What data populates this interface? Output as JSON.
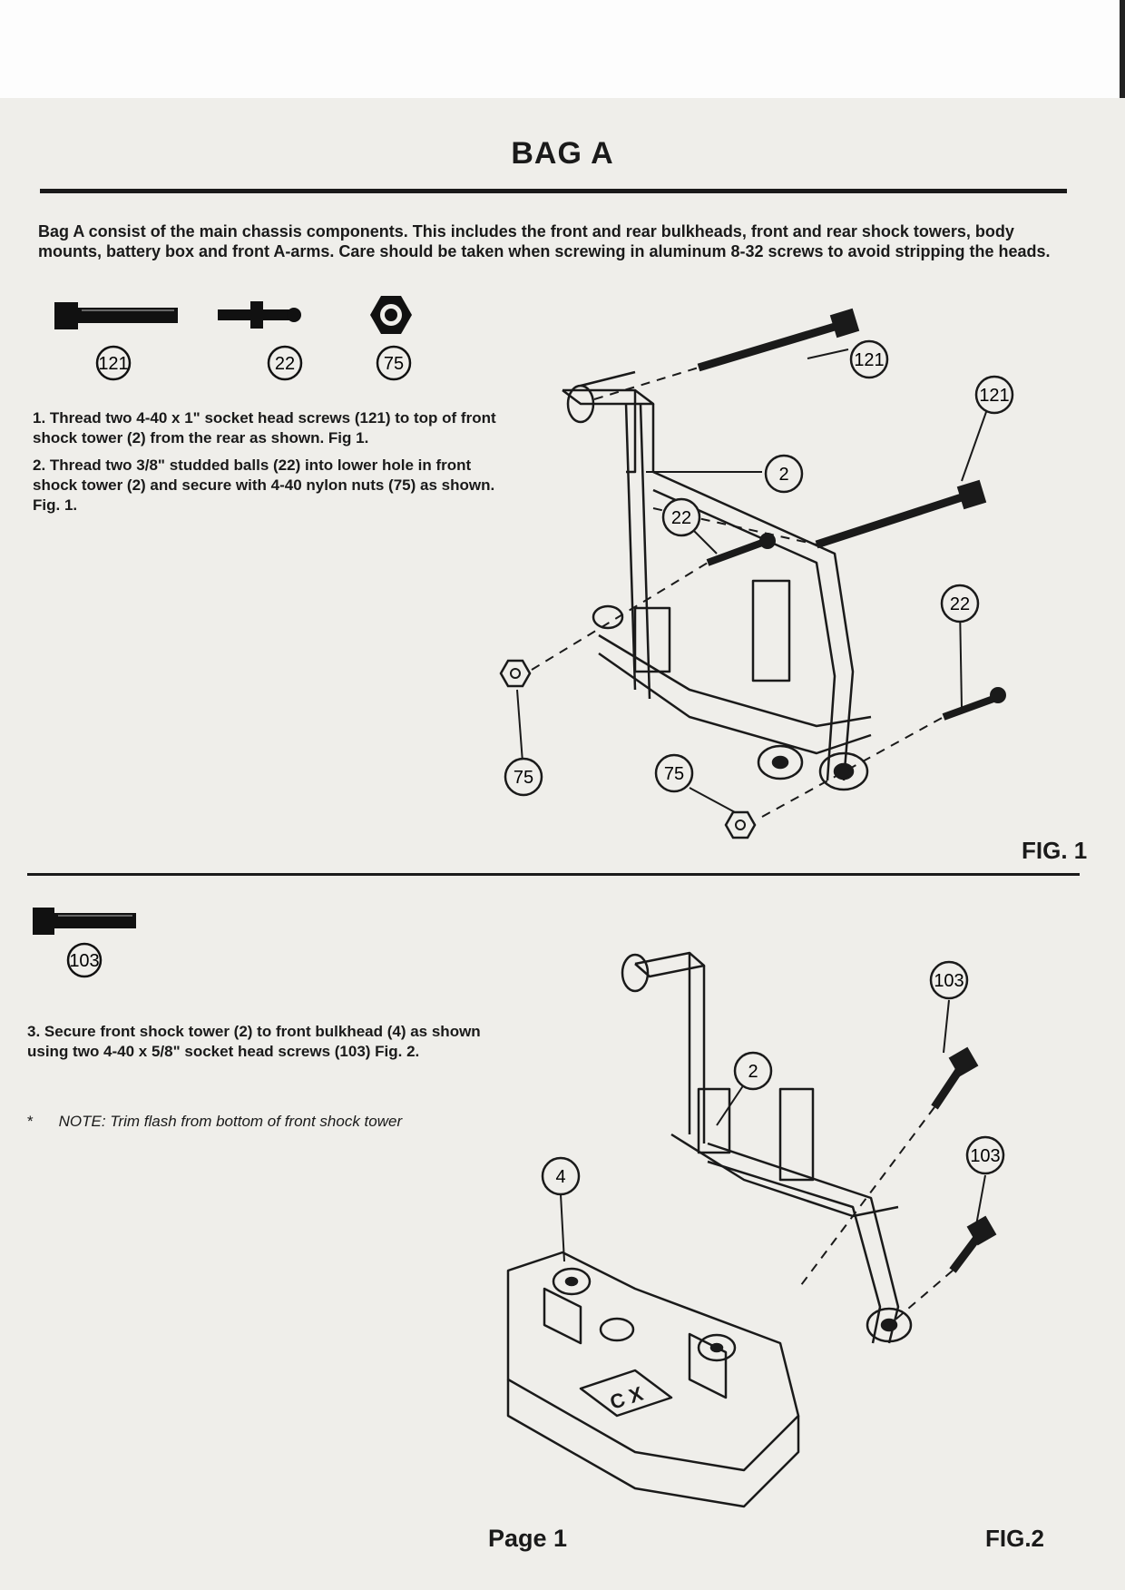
{
  "page": {
    "title": "BAG A",
    "intro": "Bag A consist of the main chassis components. This includes the front and rear bulkheads, front and rear shock towers, body mounts, battery box and front A-arms. Care should be taken when screwing in aluminum 8-32 screws to avoid stripping the heads.",
    "steps": [
      "1. Thread two 4-40 x 1\" socket head screws (121) to top of front shock tower (2) from the rear as shown. Fig 1.",
      "2. Thread two 3/8\" studded balls (22) into lower hole in front shock tower (2) and secure with 4-40 nylon nuts (75) as shown. Fig. 1.",
      "3. Secure front shock tower (2) to front bulkhead (4) as shown using two 4-40 x 5/8\" socket head screws (103) Fig. 2."
    ],
    "note_marker": "*",
    "note": "NOTE: Trim flash from bottom of front shock tower",
    "part_numbers": {
      "screw": "121",
      "ball": "22",
      "nut": "75",
      "short_screw": "103"
    },
    "fig1_callouts": [
      "121",
      "121",
      "2",
      "22",
      "22",
      "75",
      "75"
    ],
    "fig2_callouts": [
      "103",
      "2",
      "103",
      "4"
    ],
    "fig1_label": "FIG. 1",
    "fig2_label": "FIG.2",
    "page_label": "Page 1"
  }
}
